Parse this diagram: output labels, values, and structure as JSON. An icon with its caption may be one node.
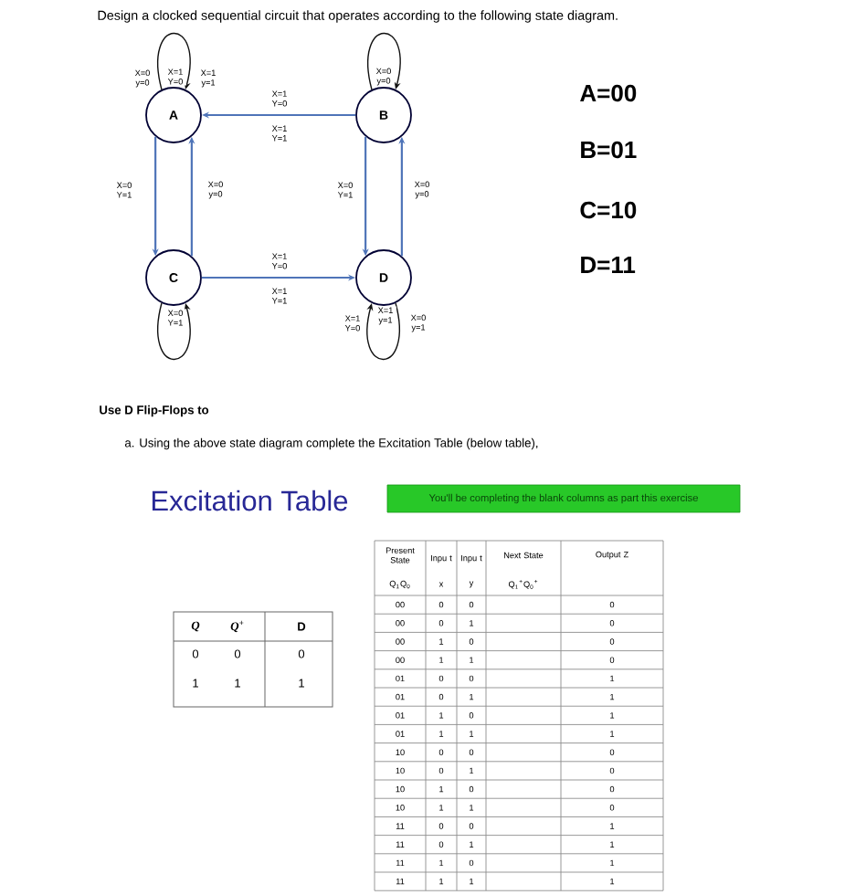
{
  "diagram": {
    "title": "Design a clocked sequential circuit that operates according to the following state diagram.",
    "nodes": [
      {
        "text": [
          "A"
        ]
      },
      {
        "text": [
          "B"
        ]
      },
      {
        "text": [
          "C"
        ]
      },
      {
        "text": [
          "D"
        ]
      },
      {
        "text": [
          "You'll be completing the blank columns as part this exercise"
        ]
      }
    ],
    "edges": [
      {
        "from": 1,
        "to": 0,
        "arrow": "to",
        "label": "X=1 Y=0",
        "color": "#4f74b8"
      },
      {
        "from": 0,
        "to": 0,
        "arrow": "to",
        "label": "X=1 Y=0",
        "color": "#111111"
      },
      {
        "from": 1,
        "to": 1,
        "arrow": "to",
        "label": "X=0 y=0",
        "color": "#111111"
      },
      {
        "from": 0,
        "to": 2,
        "arrow": "to",
        "label": "X=0 Y=1",
        "color": "#4f74b8"
      },
      {
        "from": 2,
        "to": 0,
        "arrow": "to",
        "label": "X=0 y=0",
        "color": "#4f74b8"
      },
      {
        "from": 1,
        "to": 3,
        "arrow": "to",
        "label": "X=0 Y=1",
        "color": "#4f74b8"
      },
      {
        "from": 3,
        "to": 1,
        "arrow": "to",
        "label": "X=0 y=0",
        "color": "#4f74b8"
      },
      {
        "from": 2,
        "to": 3,
        "arrow": "to",
        "label": "X=1 Y=0",
        "color": "#4f74b8"
      },
      {
        "from": 2,
        "to": 2,
        "arrow": "to",
        "label": "X=0 Y=1",
        "color": "#111111"
      },
      {
        "from": 3,
        "to": 3,
        "arrow": "to",
        "label": "X=1 y=1",
        "color": "#111111"
      }
    ],
    "labels": [
      "X=0 y=0",
      "X=1 y=1",
      "X=1 Y=1",
      "X=1 Y=1",
      "X=1 Y=0",
      "X=0 y=1",
      "A=00",
      "B=01",
      "C=10",
      "D=11",
      "Use D Flip-Flops to",
      "a. Using the above state diagram complete the Excitation Table (below table),",
      "Excitation Table",
      "Q",
      "Q$^{+}$",
      "D",
      "0",
      "0",
      "0",
      "1",
      "1",
      "1",
      "Present State",
      "Q$_{1}$Q$_{0}$",
      "Inpu t",
      "x",
      "Inpu t",
      "y",
      "Next State",
      "Q$_{1}$$^{+}$Q$_{0}$$^{+}$",
      "Output Z",
      "00",
      "0",
      "0",
      "0",
      "00",
      "0",
      "1",
      "0",
      "00",
      "1",
      "0",
      "0",
      "00",
      "1",
      "1",
      "0",
      "01",
      "0",
      "0",
      "1",
      "01",
      "0",
      "1",
      "1",
      "01",
      "1",
      "0",
      "1",
      "01",
      "1",
      "1",
      "1",
      "10",
      "0",
      "0",
      "0",
      "10",
      "0",
      "1",
      "0",
      "10",
      "1",
      "0",
      "0",
      "10",
      "1",
      "1",
      "0",
      "11",
      "0",
      "0",
      "1",
      "11",
      "0",
      "1",
      "1",
      "11",
      "1",
      "0",
      "1",
      "11",
      "1",
      "1",
      "1"
    ]
  }
}
